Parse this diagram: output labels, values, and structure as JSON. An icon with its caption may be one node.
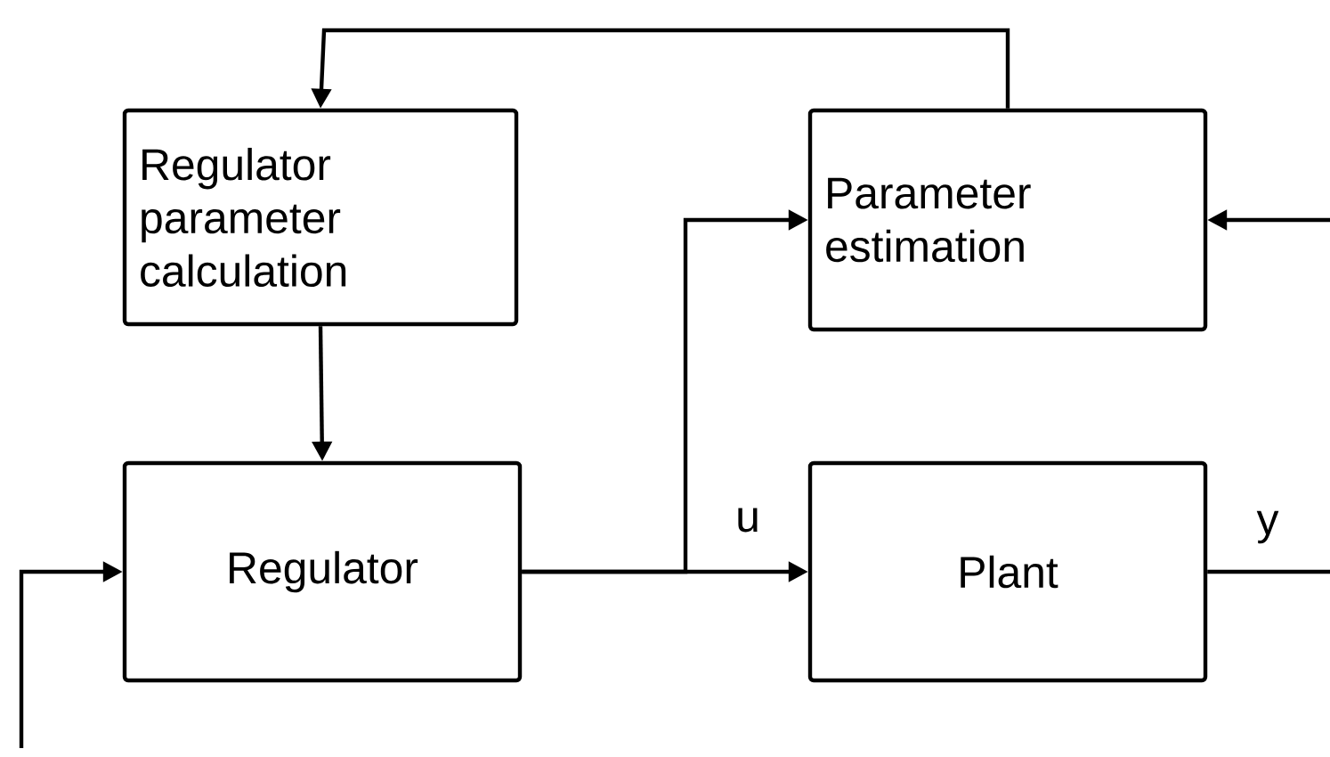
{
  "diagram": {
    "nodes": [
      {
        "text": [
          "Regulator parameter calculation"
        ]
      },
      {
        "text": [
          "Parameter estimation"
        ]
      },
      {
        "text": [
          "Regulator"
        ]
      },
      {
        "text": [
          "Plant"
        ]
      }
    ],
    "edges": [
      {
        "from": 1,
        "to": 0,
        "arrow": "to"
      },
      {
        "from": 0,
        "to": 2,
        "arrow": "to"
      },
      {
        "from": 2,
        "to": 3,
        "arrow": "to",
        "label": "u"
      },
      {
        "from": 2,
        "to": 1,
        "arrow": "to"
      },
      {
        "from": null,
        "to": 2,
        "arrow": "to"
      },
      {
        "from": 3,
        "to": null,
        "arrow": "none",
        "label": "y"
      },
      {
        "from": null,
        "to": 1,
        "arrow": "to"
      }
    ]
  }
}
